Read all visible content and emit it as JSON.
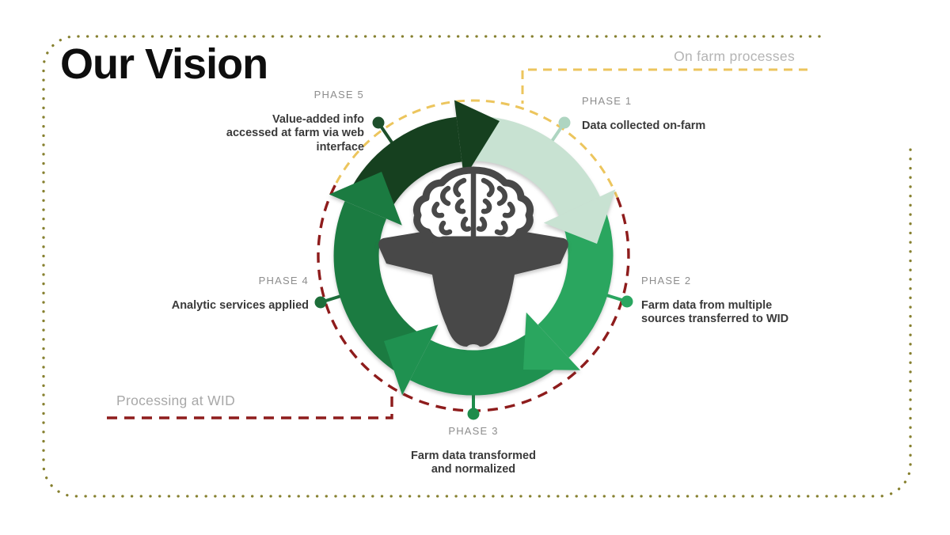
{
  "title": "Our Vision",
  "regions": {
    "on_farm": {
      "label": "On farm processes",
      "line_color": "#ecc55d"
    },
    "processing": {
      "label": "Processing at WID",
      "line_color": "#8e1c1c"
    }
  },
  "phases": [
    {
      "label": "PHASE 1",
      "description": "Data collected on-farm",
      "color": "#c8e2d2"
    },
    {
      "label": "PHASE 2",
      "description": "Farm data from multiple\nsources transferred to WID",
      "color": "#2aa65f"
    },
    {
      "label": "PHASE 3",
      "description": "Farm data transformed\nand normalized",
      "color": "#1f9150"
    },
    {
      "label": "PHASE 4",
      "description": "Analytic services applied",
      "color": "#1b7b41"
    },
    {
      "label": "PHASE 5",
      "description": "Value-added info\naccessed at farm via web\ninterface",
      "color": "#16401f"
    }
  ],
  "center_icon": "cow-head-with-brain",
  "colors": {
    "page_border_dots": "#86802f",
    "cow_head": "#484848",
    "phase_label_text": "#8d8d8d",
    "phase_desc_text": "#3a3a3a",
    "region_label_text": "#b4b4b4"
  }
}
